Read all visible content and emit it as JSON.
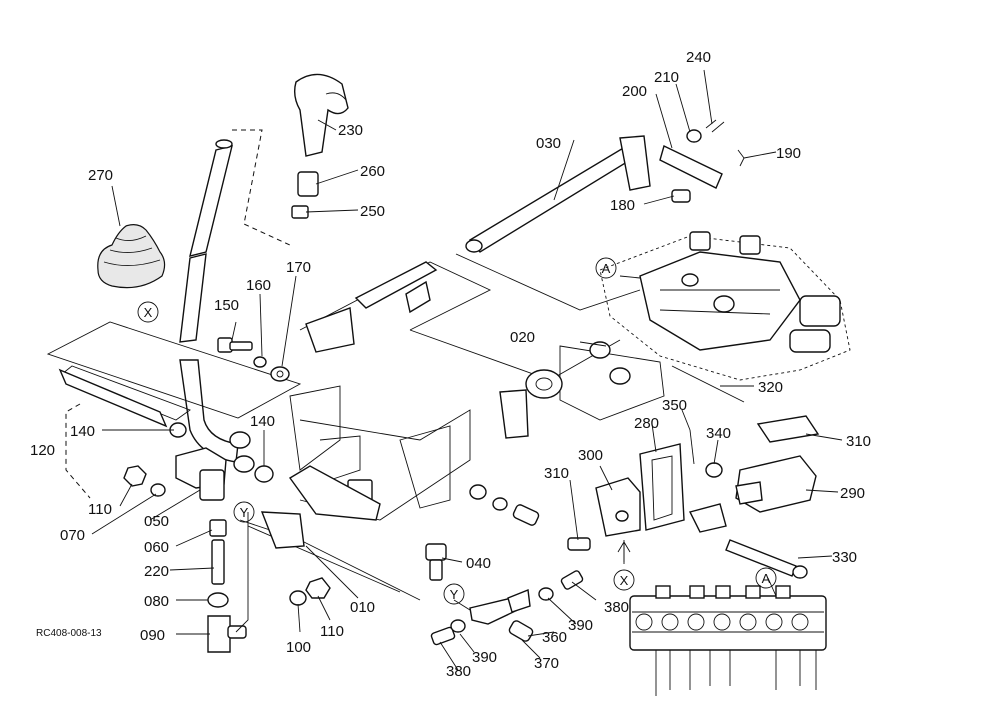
{
  "diagram": {
    "reference_code": "RC408-008-13",
    "part_numbers": [
      "010",
      "020",
      "030",
      "040",
      "050",
      "060",
      "070",
      "080",
      "090",
      "100",
      "110",
      "110",
      "120",
      "140",
      "140",
      "150",
      "160",
      "170",
      "180",
      "190",
      "200",
      "210",
      "220",
      "230",
      "240",
      "250",
      "260",
      "270",
      "280",
      "290",
      "300",
      "310",
      "310",
      "320",
      "330",
      "340",
      "350",
      "360",
      "370",
      "380",
      "380",
      "390",
      "390"
    ],
    "callout_markers": [
      "X",
      "Y",
      "A",
      "Y",
      "X",
      "A"
    ]
  }
}
